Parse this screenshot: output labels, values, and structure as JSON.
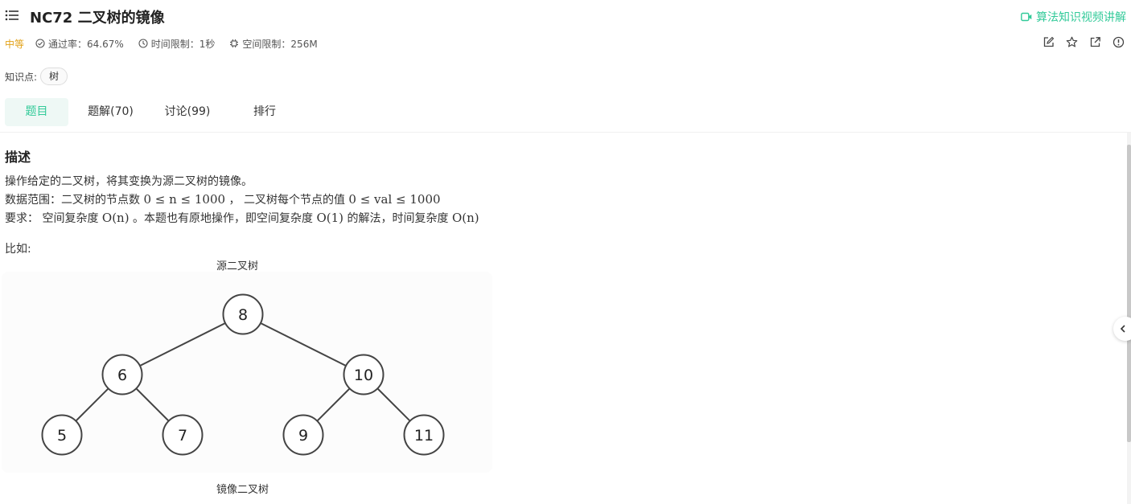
{
  "header": {
    "title": "NC72  二叉树的镜像",
    "video_link": "算法知识视频讲解",
    "colors": {
      "accent": "#32ca99",
      "difficulty": "#e2a117"
    }
  },
  "meta": {
    "difficulty": "中等",
    "pass_rate": "通过率：64.67%",
    "time_limit": "时间限制：1秒",
    "space_limit": "空间限制：256M"
  },
  "icons": [
    "menu-icon",
    "video-icon",
    "check-circle-icon",
    "clock-icon",
    "chip-icon",
    "edit-icon",
    "star-icon",
    "share-icon",
    "alert-icon",
    "chevron-left-icon"
  ],
  "knowledge": {
    "label": "知识点:",
    "tags": [
      "树"
    ]
  },
  "tabs": [
    {
      "label": "题目",
      "active": true
    },
    {
      "label": "题解(70)",
      "active": false
    },
    {
      "label": "讨论(99)",
      "active": false
    },
    {
      "label": "排行",
      "active": false
    }
  ],
  "description": {
    "title": "描述",
    "line1": "操作给定的二叉树，将其变换为源二叉树的镜像。",
    "line2_prefix": "数据范围：二叉树的节点数",
    "line2_math1": "0 ≤ n ≤ 1000",
    "line2_mid": "，  二叉树每个节点的值",
    "line2_math2": "0 ≤ val ≤ 1000",
    "line3_prefix": "要求： 空间复杂度",
    "line3_math1": "O(n)",
    "line3_mid": "。本题也有原地操作，即空间复杂度",
    "line3_math2": "O(1)",
    "line3_mid2": "的解法，时间复杂度",
    "line3_math3": "O(n)"
  },
  "example": {
    "label": "比如:",
    "source_caption": "源二叉树",
    "mirror_caption": "镜像二叉树",
    "tree_nodes": [
      "8",
      "6",
      "10",
      "5",
      "7",
      "9",
      "11"
    ]
  }
}
